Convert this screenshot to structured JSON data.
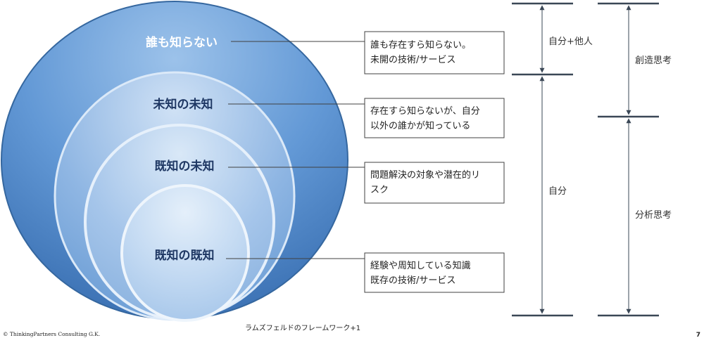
{
  "knowledge_levels": [
    {
      "label": "誰も知らない",
      "description_lines": [
        "誰も存在すら知らない。",
        "未開の技術/サービス"
      ]
    },
    {
      "label": "未知の未知",
      "description_lines": [
        "存在すら知らないが、自分",
        "以外の誰かが知っている"
      ]
    },
    {
      "label": "既知の未知",
      "description_lines": [
        "問題解決の対象や潜在的リ",
        "スク"
      ]
    },
    {
      "label": "既知の既知",
      "description_lines": [
        "経験や周知している知識",
        "既存の技術/サービス"
      ]
    }
  ],
  "scale_self": {
    "upper_label": "自分+他人",
    "lower_label": "自分"
  },
  "scale_thinking": {
    "upper_label": "創造思考",
    "lower_label": "分析思考"
  },
  "footer": {
    "caption": "ラムズフェルドのフレームワーク+1",
    "copyright": "© ThinkingPartners Consulting G.K.",
    "page_number": "7"
  },
  "colors": {
    "circle_outer": "#4a82c3",
    "circle_inner": "#bdd6f2",
    "ring_highlight": "#dbe9f8",
    "label_on_dark": "#ffffff",
    "label_on_light": "#1f3864",
    "line": "#404040",
    "scale_line": "#3a4756"
  }
}
